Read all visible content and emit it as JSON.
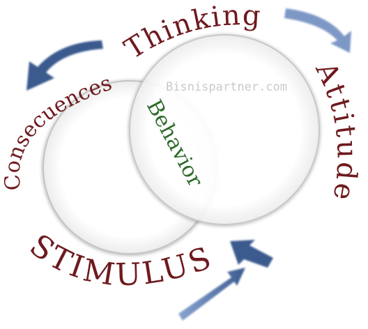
{
  "labels": {
    "thinking": "Thinking",
    "attitude": "Attitude",
    "stimulus": "STIMULUS",
    "consequences": "Consecuences",
    "behavior": "Behavior"
  },
  "watermark": "Bisnispartner.com",
  "colors": {
    "primary_text": "#6e1a1e",
    "behavior_text": "#2e6b2a",
    "arrow": "#3b5a8e",
    "arrow_light": "#8aa4d1",
    "circle_stroke": "#bfbfbf",
    "watermark": "#c9c9c9"
  },
  "icons": [
    "curved-arrow-icon",
    "curved-arrow-icon",
    "curved-arrow-icon",
    "straight-arrow-icon"
  ]
}
